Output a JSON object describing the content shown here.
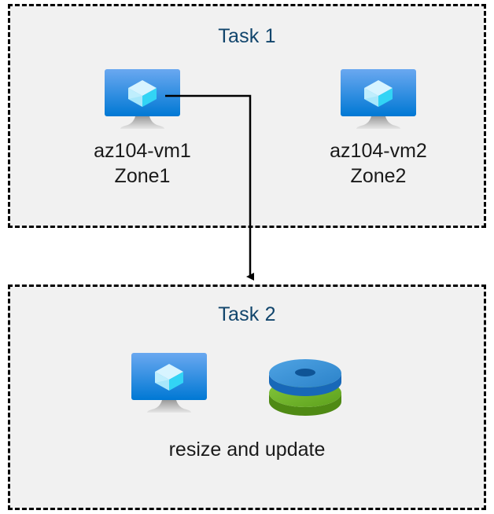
{
  "diagram": {
    "title_color": "#11456c",
    "box_fill": "#f1f1f1",
    "box_border_color": "#000000",
    "text_color": "#1a1a1a",
    "connector_color": "#000000"
  },
  "task1": {
    "title": "Task 1",
    "nodes": [
      {
        "icon": "azure-virtual-machine-icon",
        "label": "az104-vm1\nZone1",
        "name": "az104-vm1",
        "zone": "Zone1"
      },
      {
        "icon": "azure-virtual-machine-icon",
        "label": "az104-vm2\nZone2",
        "name": "az104-vm2",
        "zone": "Zone2"
      }
    ]
  },
  "task2": {
    "title": "Task 2",
    "icons": [
      {
        "icon": "azure-virtual-machine-icon"
      },
      {
        "icon": "azure-managed-disks-icon"
      }
    ],
    "caption": "resize and update"
  },
  "connector": {
    "from": "az104-vm1",
    "to": "Task 2",
    "style": "elbow-arrow",
    "arrowhead": "filled-triangle"
  },
  "icon_colors": {
    "monitor_screen_top": "#5ea0ef",
    "monitor_screen_bottom": "#0078d4",
    "monitor_stand": "#b3b3b3",
    "cube_light": "#c3f1ff",
    "cube_mid": "#9cebff",
    "cube_bright": "#32d4f5",
    "disk_blue_top": "#3a96dd",
    "disk_blue_side": "#1868b8",
    "disk_green_top": "#76bc2d",
    "disk_green_side": "#4f8a14"
  }
}
